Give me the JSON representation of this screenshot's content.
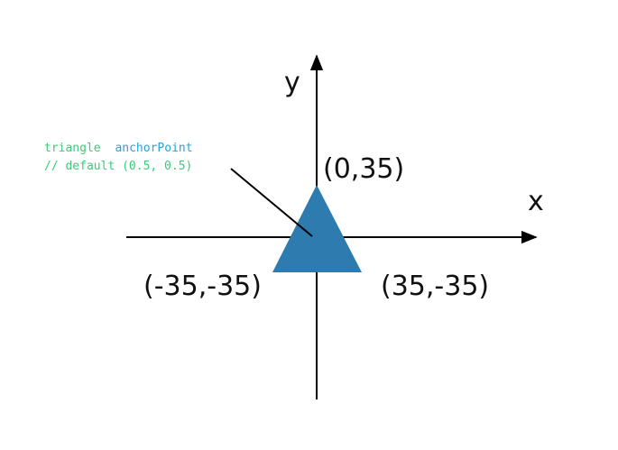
{
  "axes": {
    "x_label": "x",
    "y_label": "y"
  },
  "vertices": {
    "top": "(0,35)",
    "bottom_left": "(-35,-35)",
    "bottom_right": "(35,-35)"
  },
  "annotation": {
    "identifier": "triangle",
    "property": "anchorPoint",
    "comment": "// default (0.5, 0.5)"
  },
  "colors": {
    "triangle_fill": "#2e7bb0",
    "identifier": "#3ec97a",
    "property": "#1fa7d6",
    "comment": "#3ec97a",
    "axis": "#000000"
  }
}
